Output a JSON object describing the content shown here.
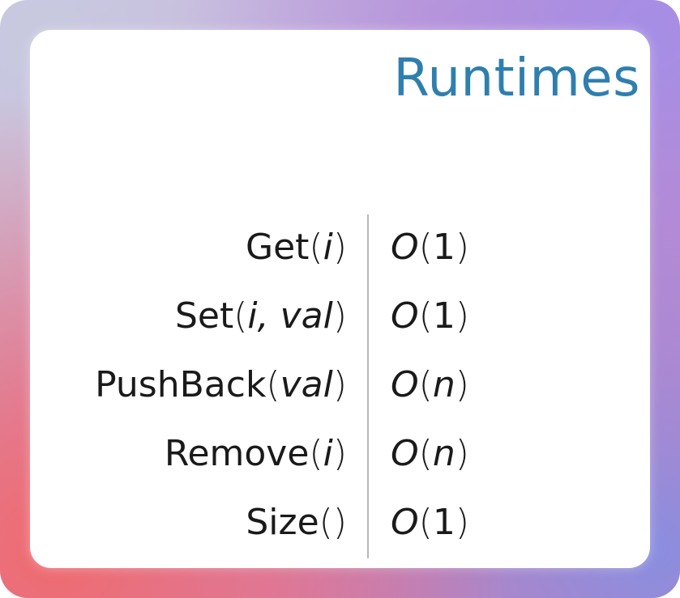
{
  "slide": {
    "title": "Runtimes"
  },
  "runtimes": [
    {
      "name": "Get",
      "open": "(",
      "args": "i",
      "close": ")",
      "big_o": "O",
      "complexity": "1"
    },
    {
      "name": "Set",
      "open": "(",
      "args": "i, val",
      "close": ")",
      "big_o": "O",
      "complexity": "1"
    },
    {
      "name": "PushBack",
      "open": "(",
      "args": "val",
      "close": ")",
      "big_o": "O",
      "complexity": "n"
    },
    {
      "name": "Remove",
      "open": "(",
      "args": "i",
      "close": ")",
      "big_o": "O",
      "complexity": "n"
    },
    {
      "name": "Size",
      "open": "(",
      "args": "",
      "close": ")",
      "big_o": "O",
      "complexity": "1"
    }
  ]
}
